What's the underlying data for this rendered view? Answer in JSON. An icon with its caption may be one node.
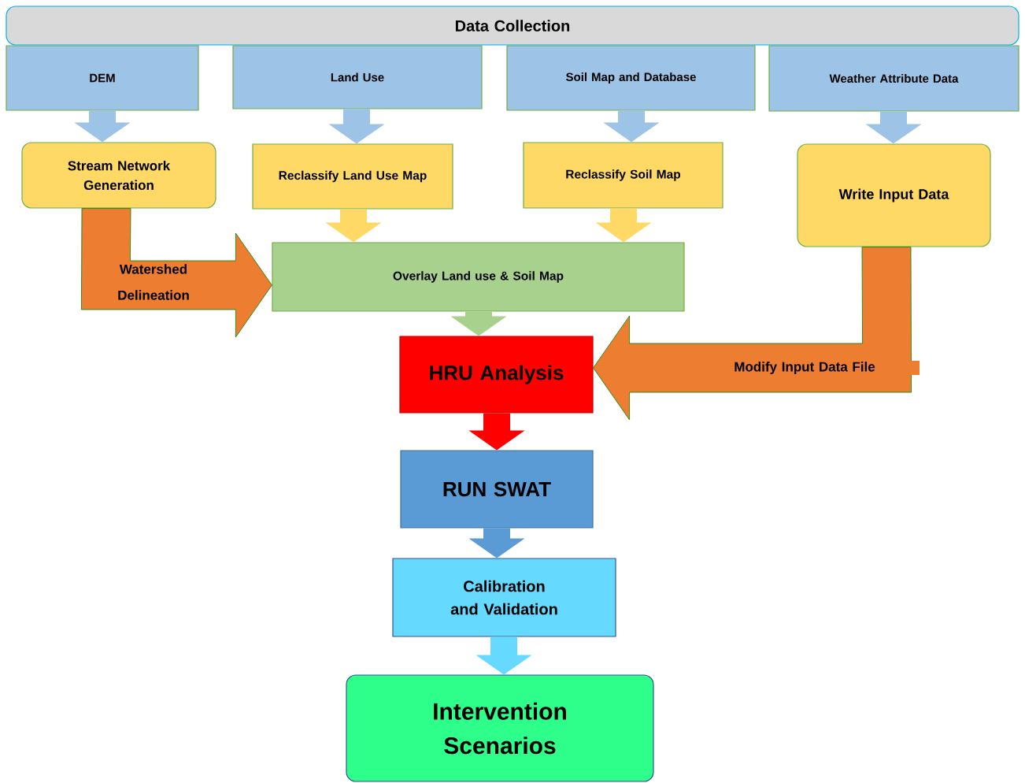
{
  "diagram": {
    "nodes": [
      {
        "text": [
          "Data Collection"
        ]
      },
      {
        "text": [
          "DEM"
        ]
      },
      {
        "text": [
          "Land Use"
        ]
      },
      {
        "text": [
          "Soil Map and Database"
        ]
      },
      {
        "text": [
          "Weather Attribute Data"
        ]
      },
      {
        "text": [
          "Stream Network Generation"
        ]
      },
      {
        "text": [
          "Reclassify Land Use Map"
        ]
      },
      {
        "text": [
          "Reclassify Soil Map"
        ]
      },
      {
        "text": [
          "Write Input Data"
        ]
      },
      {
        "text": [
          "Overlay Land use & Soil Map"
        ]
      },
      {
        "text": [
          "HRU Analysis"
        ]
      },
      {
        "text": [
          "RUN SWAT"
        ]
      },
      {
        "text": [
          "Calibration and Validation"
        ]
      },
      {
        "text": [
          "Intervention Scenarios"
        ]
      }
    ],
    "edges": [
      {
        "from": 1,
        "to": 5,
        "arrow": "to",
        "color": "#9dc3e6"
      },
      {
        "from": 2,
        "to": 6,
        "arrow": "to",
        "color": "#9dc3e6"
      },
      {
        "from": 3,
        "to": 7,
        "arrow": "to",
        "color": "#9dc3e6"
      },
      {
        "from": 4,
        "to": 8,
        "arrow": "to",
        "color": "#9dc3e6"
      },
      {
        "from": 5,
        "to": 9,
        "arrow": "to",
        "label": "Watershed Delineation",
        "style": "thick",
        "color": "#ed7d31"
      },
      {
        "from": 6,
        "to": 9,
        "arrow": "to",
        "color": "#ffd966"
      },
      {
        "from": 7,
        "to": 9,
        "arrow": "to",
        "color": "#ffd966"
      },
      {
        "from": 8,
        "to": 10,
        "arrow": "to",
        "label": "Modify Input Data File",
        "style": "thick",
        "color": "#ed7d31"
      },
      {
        "from": 9,
        "to": 10,
        "arrow": "to",
        "color": "#a9d18e"
      },
      {
        "from": 10,
        "to": 11,
        "arrow": "to",
        "color": "#ff0000"
      },
      {
        "from": 11,
        "to": 12,
        "arrow": "to",
        "color": "#5b9bd5"
      },
      {
        "from": 12,
        "to": 13,
        "arrow": "to",
        "color": "#66d9ff"
      }
    ]
  }
}
